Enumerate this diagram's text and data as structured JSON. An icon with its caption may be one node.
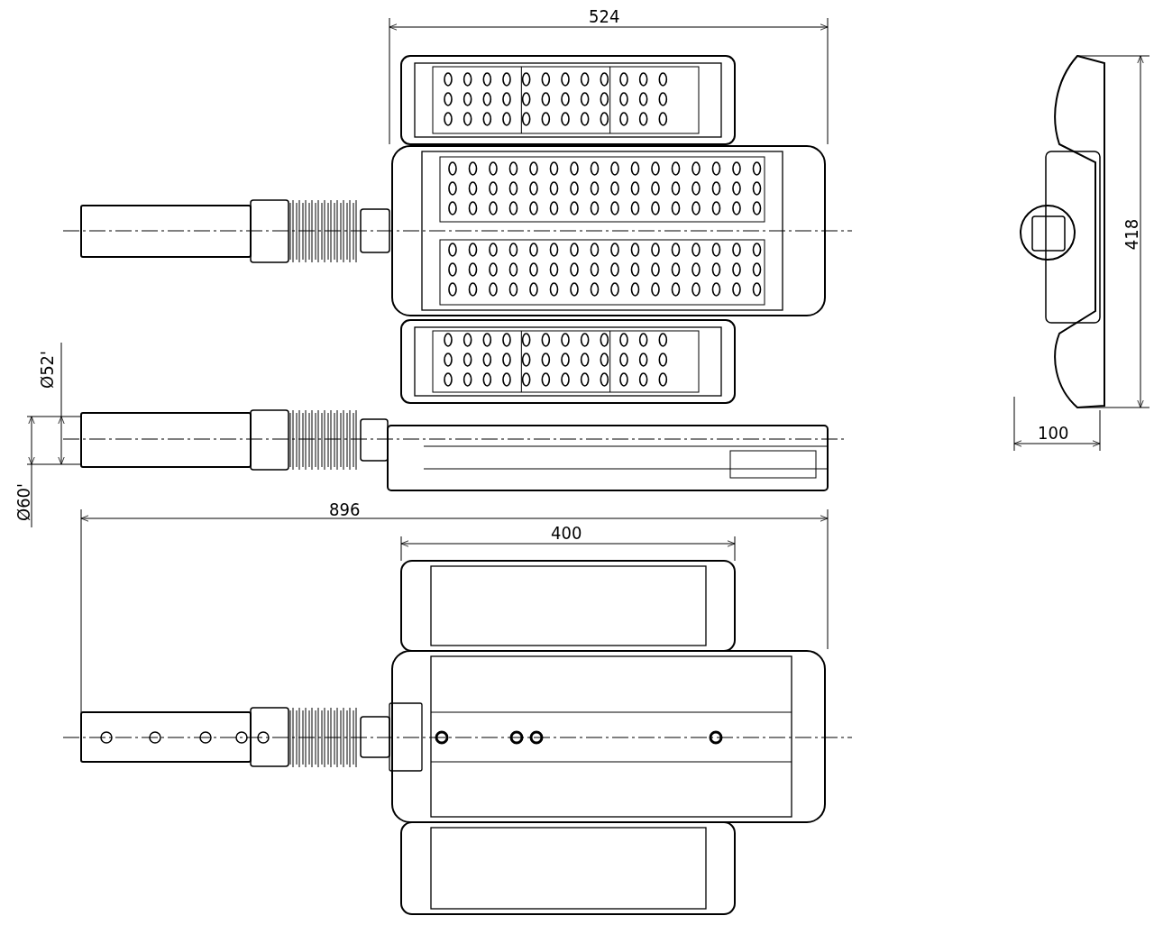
{
  "diagram": {
    "labels": [
      "524",
      "418",
      "Ø52'",
      "100",
      "Ø60'",
      "896",
      "400"
    ]
  }
}
